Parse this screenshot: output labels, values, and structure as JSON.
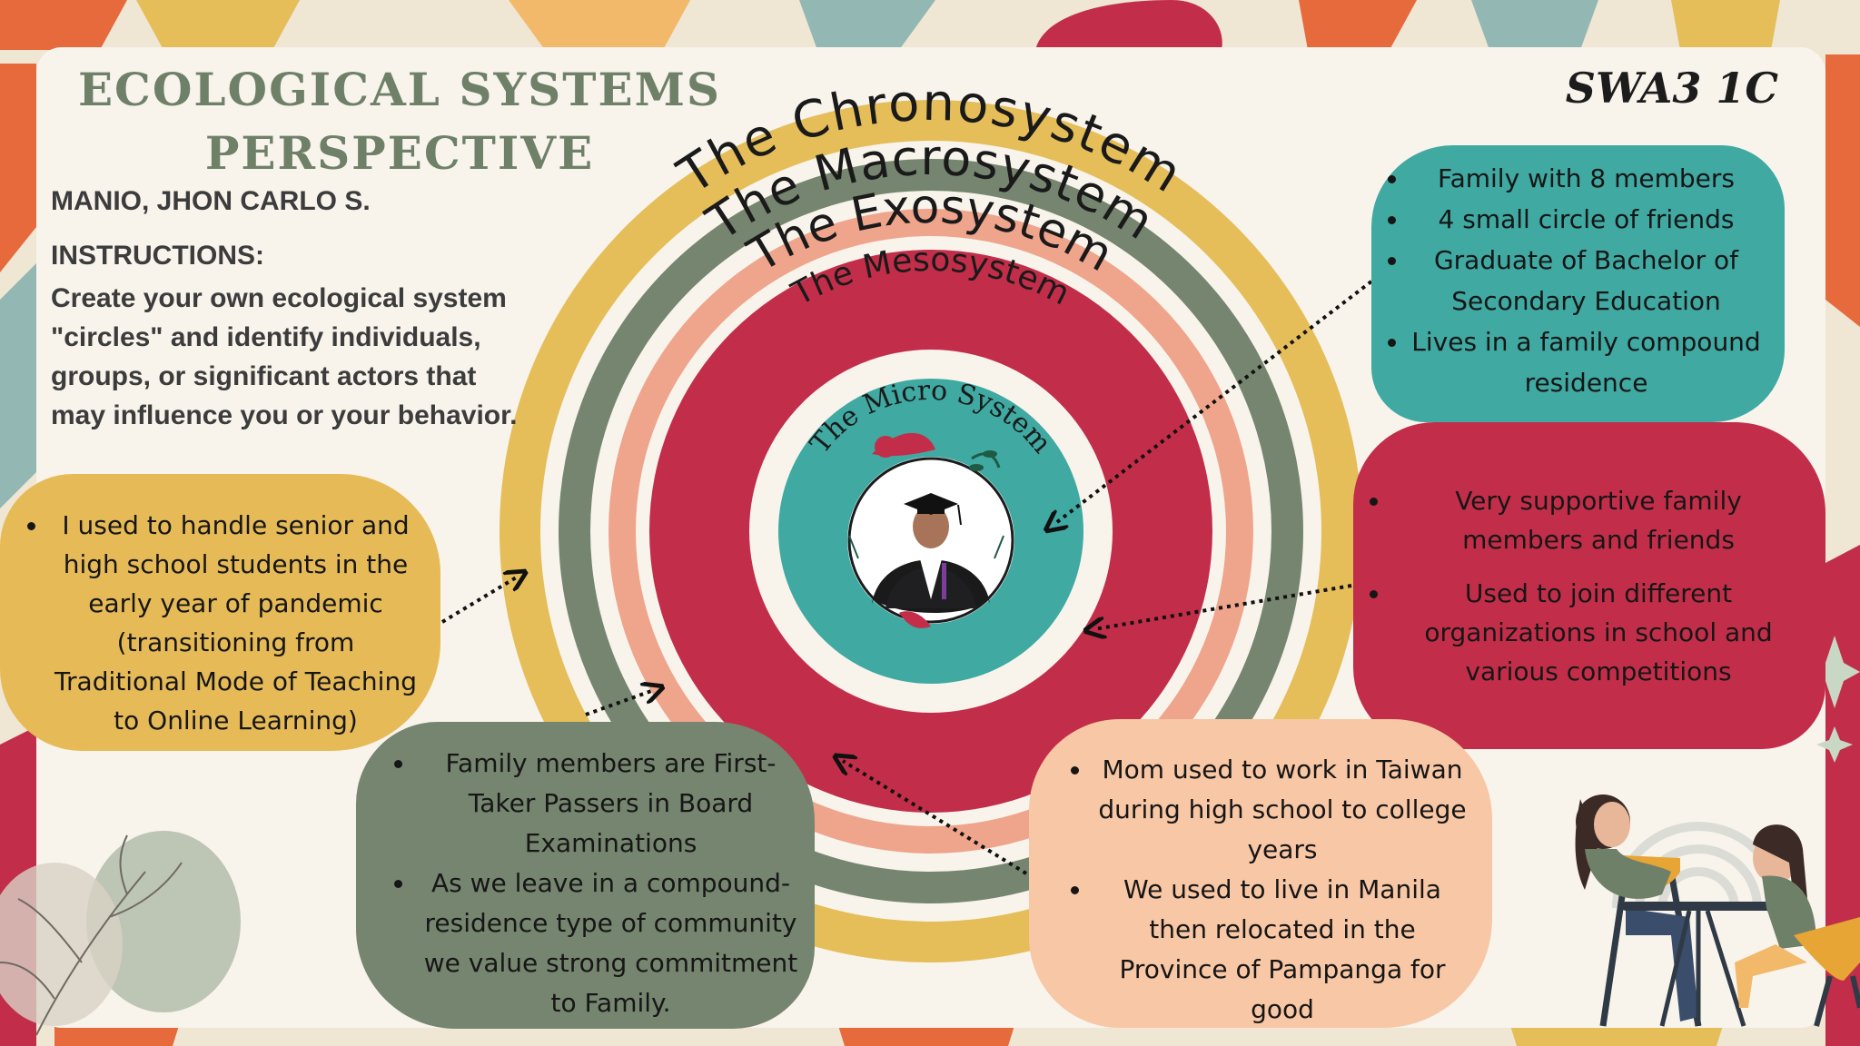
{
  "title": {
    "line1": "ECOLOGICAL SYSTEMS",
    "line2": "PERSPECTIVE"
  },
  "tag": "SWA3 1C",
  "author": "MANIO, JHON CARLO S.",
  "instructions": {
    "heading": "INSTRUCTIONS:",
    "body": "Create your own ecological system \"circles\" and identify individuals, groups, or significant actors that may influence you or your behavior."
  },
  "rings": {
    "chronosystem": "The Chronosystem",
    "macrosystem": "The Macrosystem",
    "exosystem": "The Exosystem",
    "mesosystem": "The Mesosystem",
    "microsystem": "The Micro System"
  },
  "colors": {
    "chronosystem": "#e5be5a",
    "macrosystem": "#76856f",
    "exosystem": "#efa48c",
    "mesosystem": "#c22e49",
    "microsystem": "#3fa9a2",
    "background": "#f7f3ea"
  },
  "bubbles": {
    "micro": [
      "Family with 8 members",
      "4 small circle of friends",
      "Graduate of Bachelor of Secondary Education",
      "Lives in a family compound residence"
    ],
    "meso": [
      "Very supportive family members and friends",
      "Used to join different organizations in school and various competitions"
    ],
    "exo": [
      "I used to handle senior and high school students in the early year of pandemic (transitioning from Traditional Mode of Teaching to Online Learning)"
    ],
    "macro": [
      "Family members are First-Taker Passers in Board Examinations",
      "As we leave in a compound-residence type of community we value strong commitment to Family."
    ],
    "chrono": [
      "Mom used to work in Taiwan during high school to college years",
      "We used to live in Manila then relocated in the Province of Pampanga for good"
    ]
  }
}
